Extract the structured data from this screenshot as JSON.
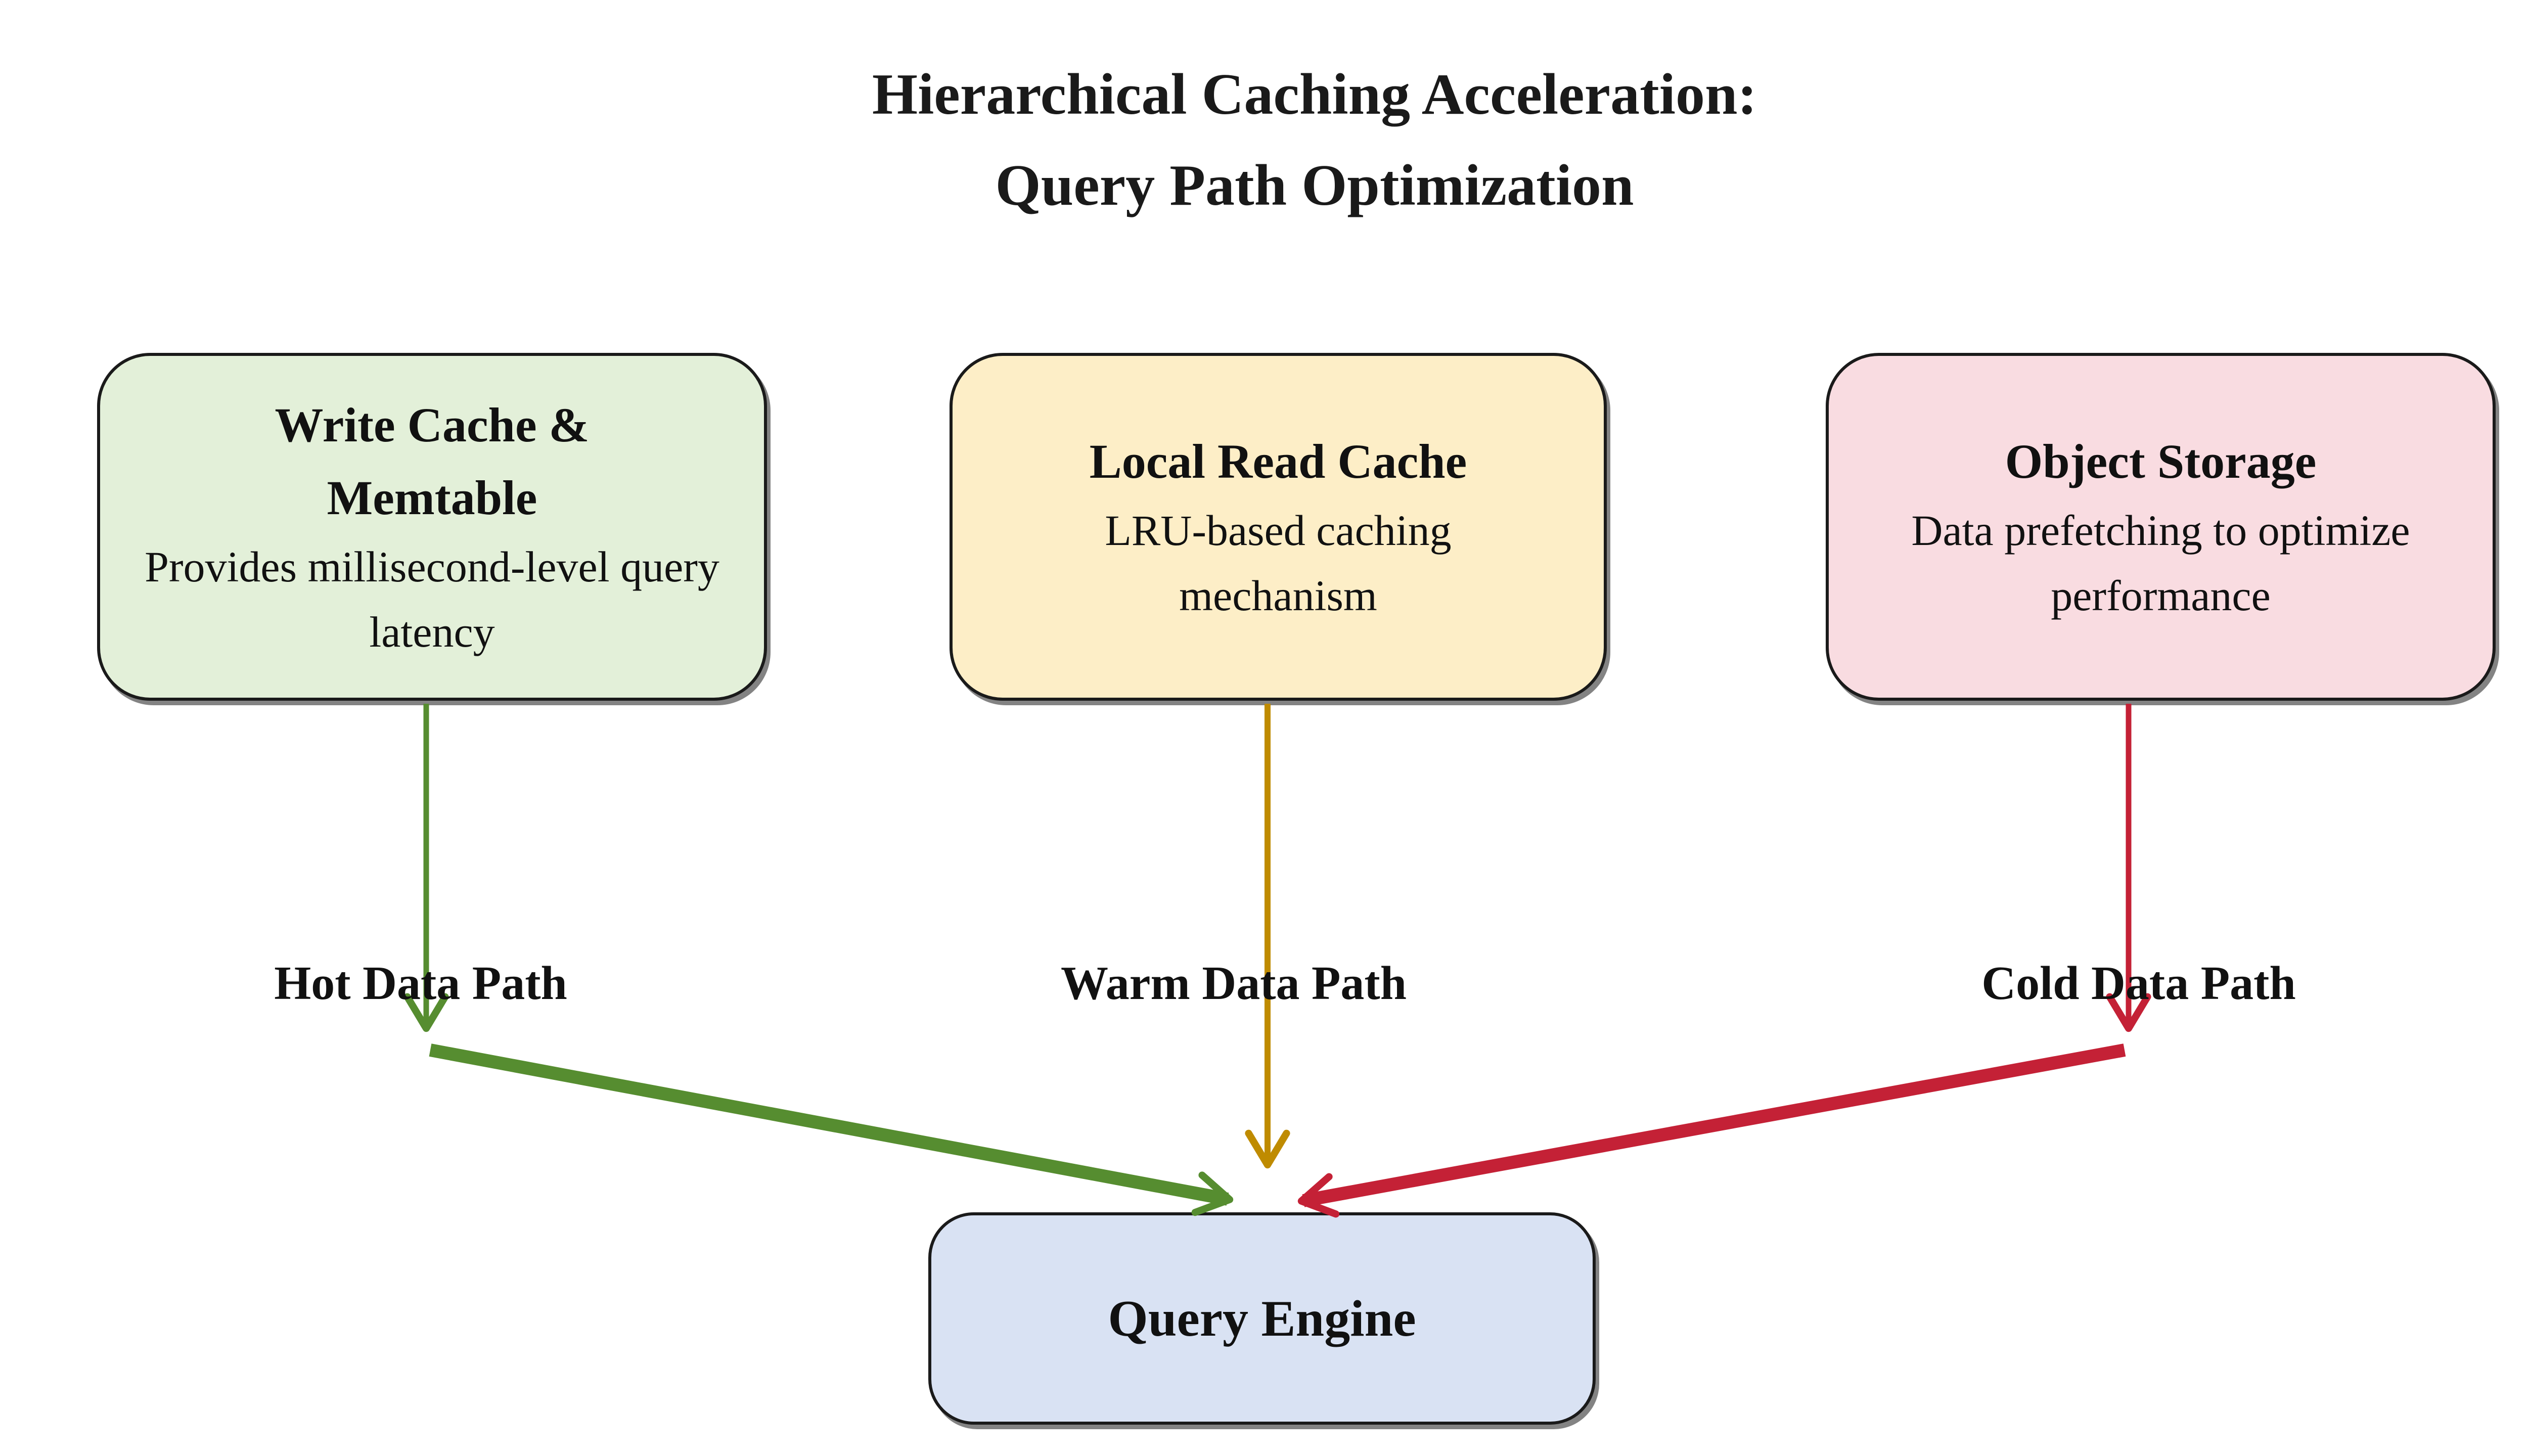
{
  "title": {
    "line1": "Hierarchical Caching Acceleration:",
    "line2": "Query Path Optimization"
  },
  "nodes": {
    "write_cache": {
      "title": "Write Cache & Memtable",
      "subtitle": "Provides millisecond-level query latency",
      "fill": "#e3f0d9",
      "border": "#1a1a1a"
    },
    "local_read_cache": {
      "title": "Local Read Cache",
      "subtitle": "LRU-based caching mechanism",
      "fill": "#fdeec7",
      "border": "#1a1a1a"
    },
    "object_storage": {
      "title": "Object Storage",
      "subtitle": "Data prefetching to optimize performance",
      "fill": "#f9dce1",
      "border": "#1a1a1a"
    },
    "query_engine": {
      "title": "Query Engine",
      "fill": "#d9e2f3",
      "border": "#1a1a1a"
    }
  },
  "edges": {
    "hot": {
      "label": "Hot Data Path",
      "color": "#568d30",
      "from": "write_cache",
      "to": "query_engine"
    },
    "warm": {
      "label": "Warm Data Path",
      "color": "#bf8b00",
      "from": "local_read_cache",
      "to": "query_engine"
    },
    "cold": {
      "label": "Cold Data Path",
      "color": "#c42136",
      "from": "object_storage",
      "to": "query_engine"
    }
  }
}
